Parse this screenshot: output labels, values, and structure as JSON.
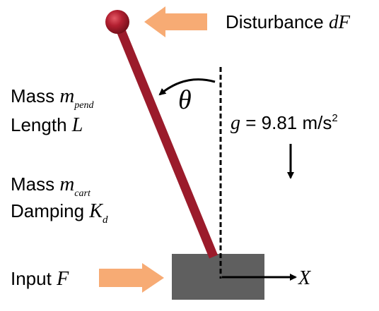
{
  "labels": {
    "disturbance": {
      "text": "Disturbance ",
      "symbol": "dF"
    },
    "theta": "θ",
    "mass_pend": {
      "text": "Mass ",
      "symbol": "m",
      "sub": "pend"
    },
    "length": {
      "text": "Length ",
      "symbol": "L"
    },
    "gravity": {
      "symbol": "g",
      "text": " = 9.81 m/s",
      "sup": "2"
    },
    "mass_cart": {
      "text": "Mass ",
      "symbol": "m",
      "sub": "cart"
    },
    "damping": {
      "text": "Damping ",
      "symbol": "K",
      "sub": "d"
    },
    "input": {
      "text": "Input ",
      "symbol": "F"
    },
    "x_axis": "X"
  },
  "colors": {
    "pendulum_rod": "#9b1b2b",
    "pendulum_bob": "#b21f30",
    "cart": "#5f5f5f",
    "force_arrow": "#f7ab74",
    "line": "#000000"
  }
}
